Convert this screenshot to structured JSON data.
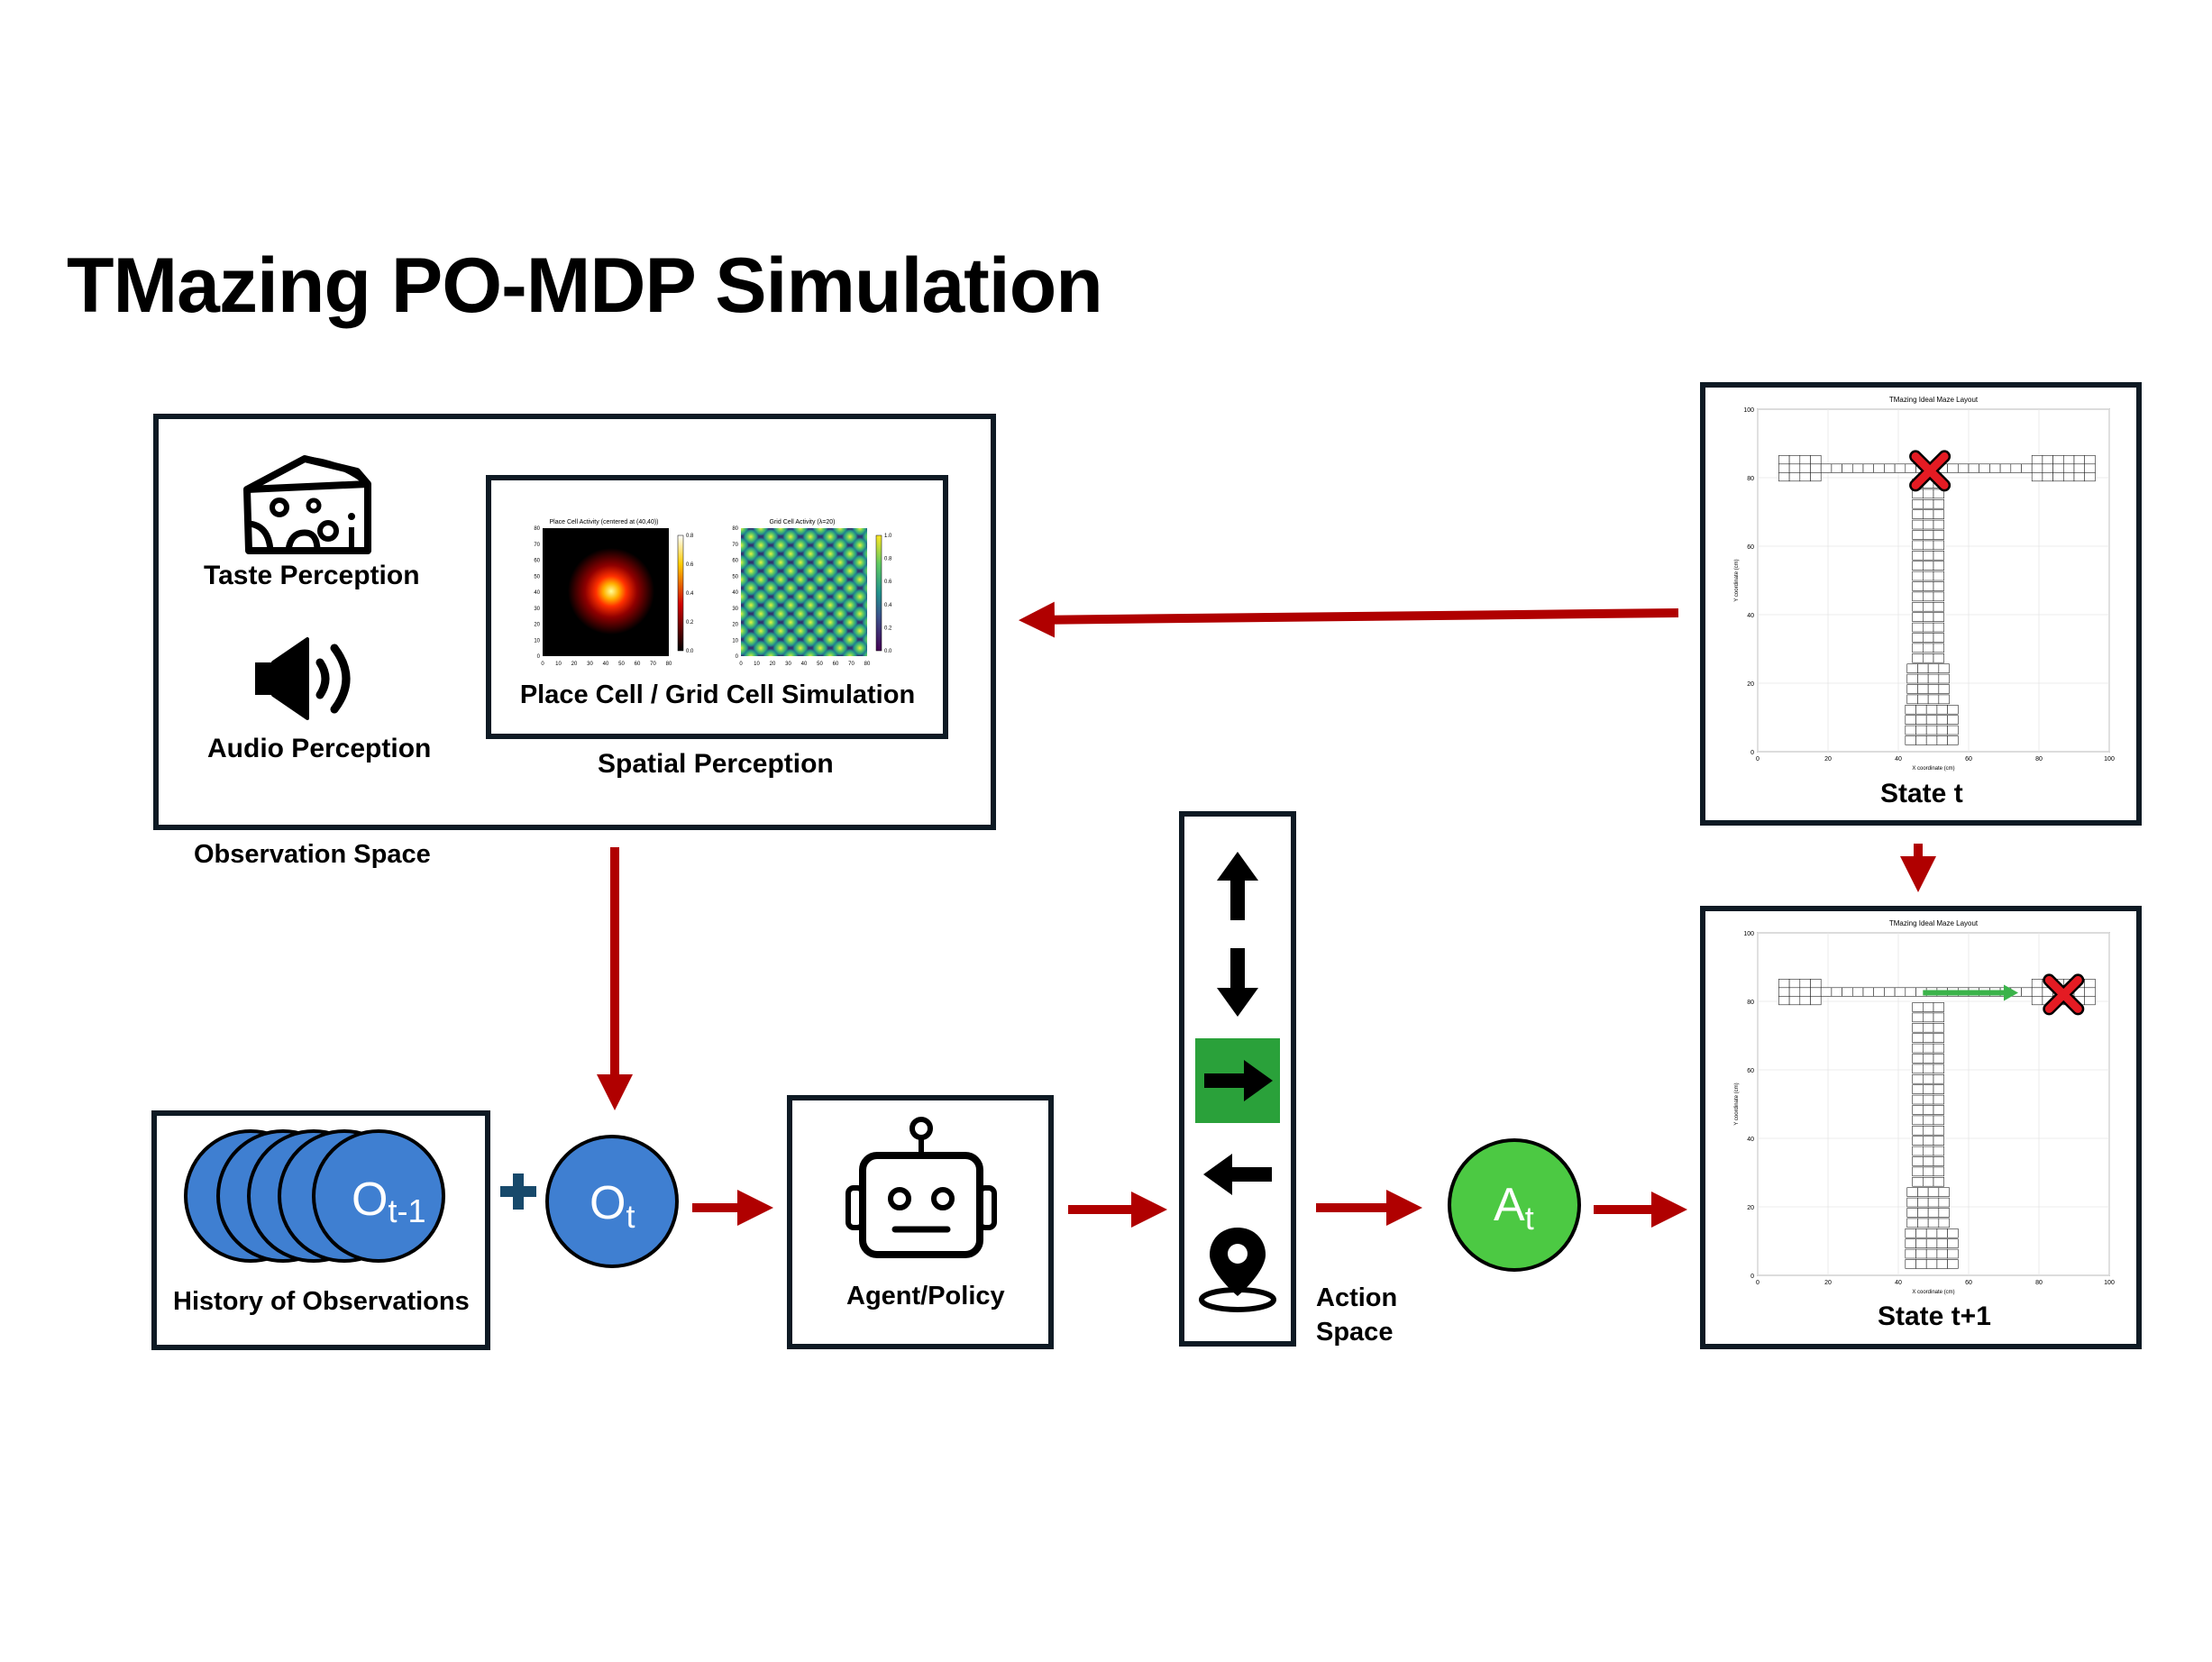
{
  "title": "TMazing PO-MDP Simulation",
  "observation": {
    "taste_label": "Taste Perception",
    "audio_label": "Audio Perception",
    "sim_label": "Place Cell / Grid Cell Simulation",
    "spatial_label": "Spatial Perception",
    "space_label": "Observation Space",
    "place_plot_title": "Place Cell Activity (centered at (40,40))",
    "grid_plot_title": "Grid Cell Activity (λ=20)",
    "place_colorbar_ticks": [
      "0.8",
      "0.6",
      "0.4",
      "0.2",
      "0.0"
    ],
    "grid_colorbar_ticks": [
      "1.0",
      "0.8",
      "0.6",
      "0.4",
      "0.2",
      "0.0"
    ],
    "axis_ticks": [
      "0",
      "10",
      "20",
      "30",
      "40",
      "50",
      "60",
      "70",
      "80"
    ]
  },
  "history": {
    "label": "History of Observations",
    "circle_main": "O",
    "circle_sub": "t-1"
  },
  "current_obs": {
    "main": "O",
    "sub": "t"
  },
  "plus_symbol": "+",
  "agent": {
    "label": "Agent/Policy"
  },
  "action_space": {
    "label_line1": "Action",
    "label_line2": "Space",
    "items": [
      "up",
      "down",
      "right",
      "left",
      "location"
    ],
    "selected": "right"
  },
  "action": {
    "main": "A",
    "sub": "t"
  },
  "state_t": {
    "label": "State t",
    "plot_title": "TMazing Ideal Maze Layout",
    "xlabel": "X coordinate (cm)",
    "ylabel": "Y coordinate (cm)",
    "ticks": [
      "0",
      "20",
      "40",
      "60",
      "80",
      "100"
    ]
  },
  "state_t1": {
    "label": "State t+1",
    "plot_title": "TMazing Ideal Maze Layout",
    "xlabel": "X coordinate (cm)",
    "ylabel": "Y coordinate (cm)",
    "ticks": [
      "0",
      "20",
      "40",
      "60",
      "80",
      "100"
    ]
  },
  "colors": {
    "arrow": "#b00000",
    "obs_circle": "#3f7fd1",
    "action_circle": "#4cc943",
    "selected_action_bg": "#2aa13a",
    "box_border": "#0e1a24",
    "plus": "#17496b",
    "path_arrow": "#3bb34a",
    "cross": "#e41b23"
  }
}
